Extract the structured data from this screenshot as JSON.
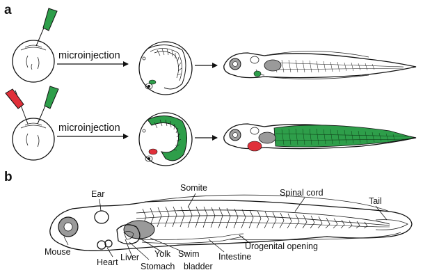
{
  "panels": {
    "a": {
      "letter": "a",
      "rows": [
        {
          "label": "microinjection"
        },
        {
          "label": "microinjection"
        }
      ]
    },
    "b": {
      "letter": "b"
    }
  },
  "labels": {
    "ear": "Ear",
    "somite": "Somite",
    "spinal_cord": "Spinal cord",
    "tail": "Tail",
    "mouse": "Mouse",
    "heart": "Heart",
    "liver": "Liver",
    "stomach": "Stomach",
    "yolk": "Yolk",
    "swim_bladder_1": "Swim",
    "swim_bladder_2": "bladder",
    "intestine": "Intestine",
    "urogenital": "Urogenital opening"
  },
  "colors": {
    "green": "#2e9e4a",
    "red": "#e0303a",
    "gray": "#9a9a9a",
    "dark_green": "#1f6b2e"
  }
}
